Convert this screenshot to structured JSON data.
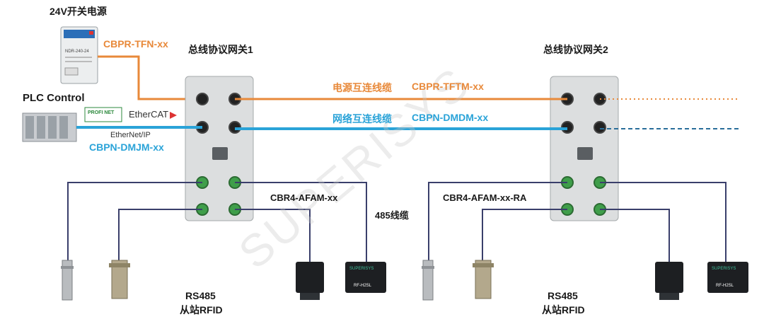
{
  "labels": {
    "power_supply": "24V开关电源",
    "psu_model": "NDR-240-24",
    "psu_cable": "CBPR-TFN-xx",
    "gateway1": "总线协议网关1",
    "gateway2": "总线协议网关2",
    "power_link": "电源互连线缆",
    "power_link_model": "CBPR-TFTM-xx",
    "net_link": "网络互连线缆",
    "net_link_model": "CBPN-DMDM-xx",
    "plc": "PLC Control",
    "profinet": "PROFI NET",
    "ethercat": "EtherCAT",
    "ethernetip": "EtherNet/IP",
    "plc_cable": "CBPN-DMJM-xx",
    "cbr4_1": "CBR4-AFAM-xx",
    "cbr4_2": "CBR4-AFAM-xx-RA",
    "cable485": "485线缆",
    "rs485_1_line1": "RS485",
    "rs485_1_line2": "从站RFID",
    "rs485_2_line1": "RS485",
    "rs485_2_line2": "从站RFID",
    "reader_brand": "SUPERISYS",
    "reader_model_1": "RF-H2SL",
    "reader_model_2": "RF-H2SL",
    "watermark": "SUPERISYS"
  },
  "colors": {
    "power_cable": "#e8893a",
    "network_cable": "#2aa3d8",
    "sensor_cable": "#3a3f6b",
    "gateway_body": "#d6d8d9",
    "port_green": "#3f9e4a"
  }
}
